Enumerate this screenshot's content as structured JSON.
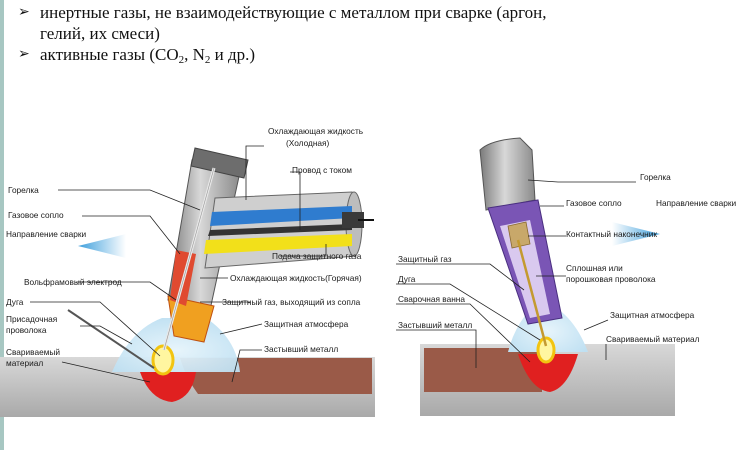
{
  "bullets": [
    {
      "text": "инертные газы, не взаимодействующие с металлом при сварке (аргон,",
      "text_line2": "гелий, их смеси)"
    },
    {
      "prefix": "активные газы (CO",
      "sub1": "2",
      "mid": ", N",
      "sub2": "2",
      "suffix": " и др.)"
    }
  ],
  "left_diagram": {
    "labels": {
      "coolant_cold_1": "Охлаждающая жидкость",
      "coolant_cold_2": "(Холодная)",
      "current_wire": "Провод с током",
      "torch": "Горелка",
      "gas_nozzle": "Газовое сопло",
      "weld_direction": "Направление сварки",
      "shield_gas_supply": "Подача защитного газа",
      "coolant_hot": "Охлаждающая жидкость(Горячая)",
      "tungsten_electrode": "Вольфрамовый электрод",
      "arc": "Дуга",
      "shield_gas_nozzle_out": "Защитный газ, выходящий из сопла",
      "filler_wire_1": "Присадочная",
      "filler_wire_2": "проволока",
      "shield_atmosphere": "Защитная атмосфера",
      "solid_metal": "Застывший металл",
      "base_material_1": "Свариваемый",
      "base_material_2": "материал"
    }
  },
  "right_diagram": {
    "labels": {
      "torch": "Горелка",
      "gas_nozzle": "Газовое сопло",
      "weld_direction": "Направление сварки",
      "contact_tip": "Контактный наконечник",
      "shield_gas": "Защитный газ",
      "arc": "Дуга",
      "wire_1": "Сплошная или",
      "wire_2": "порошковая проволока",
      "weld_pool": "Сварочная ванна",
      "shield_atmosphere": "Защитная атмосфера",
      "solid_metal": "Застывший металл",
      "base_material": "Свариваемый материал"
    }
  },
  "colors": {
    "accent_bar": "#a7c7c2",
    "arrow": "#5fb0e0",
    "coolant_blue": "#2f7ccf",
    "gas_yellow": "#f2e01a",
    "nozzle_orange": "#f0a020",
    "nozzle_purple": "#7a55b5",
    "pool_red": "#e02020",
    "bead_brown": "#9a5a48",
    "gas_cloud": "#cde8f5"
  }
}
